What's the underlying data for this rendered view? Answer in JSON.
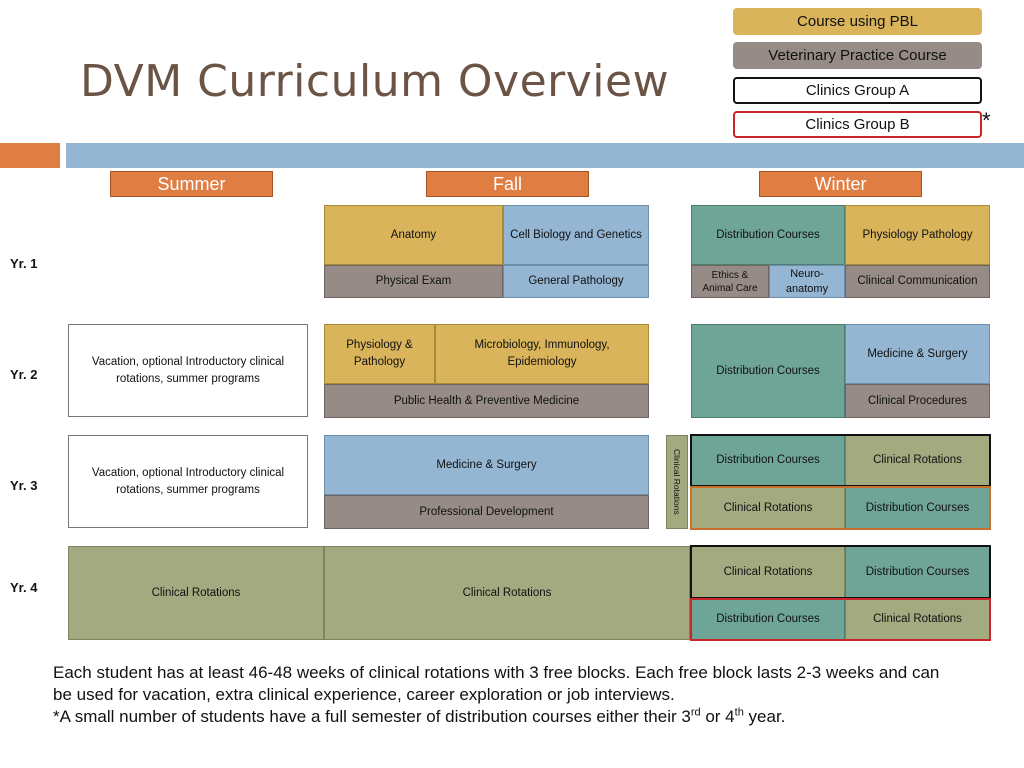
{
  "title": "DVM Curriculum Overview",
  "legend": {
    "pbl": "Course using PBL",
    "vet": "Veterinary Practice Course",
    "clinics_a": "Clinics Group A",
    "clinics_b": "Clinics Group B",
    "asterisk": "*"
  },
  "seasons": {
    "summer": "Summer",
    "fall": "Fall",
    "winter": "Winter"
  },
  "years": {
    "y1": "Yr. 1",
    "y2": "Yr. 2",
    "y3": "Yr. 3",
    "y4": "Yr. 4"
  },
  "yr1": {
    "anatomy": "Anatomy",
    "cell_bio": "Cell Biology and Genetics",
    "physical_exam": "Physical Exam",
    "general_path": "General Pathology",
    "distribution": "Distribution Courses",
    "phys_path": "Physiology Pathology",
    "ethics": "Ethics & Animal Care",
    "neuro": "Neuro-anatomy",
    "clinical_comm": "Clinical Communication"
  },
  "yr2": {
    "vacation": "Vacation, optional Introductory clinical rotations, summer programs",
    "phys_path": "Physiology & Pathology",
    "micro": "Microbiology, Immunology, Epidemiology",
    "public_health": "Public Health & Preventive Medicine",
    "distribution": "Distribution Courses",
    "med_surg": "Medicine & Surgery",
    "clinical_proc": "Clinical Procedures"
  },
  "yr3": {
    "vacation": "Vacation, optional Introductory clinical rotations, summer programs",
    "med_surg": "Medicine & Surgery",
    "prof_dev": "Professional Development",
    "clin_rot_vertical": "Clinical Rotations",
    "a_dist": "Distribution Courses",
    "a_clin": "Clinical Rotations",
    "b_clin": "Clinical Rotations",
    "b_dist": "Distribution Courses"
  },
  "yr4": {
    "summer_clin": "Clinical Rotations",
    "fall_clin": "Clinical Rotations",
    "a_clin": "Clinical Rotations",
    "a_dist": "Distribution Courses",
    "b_dist": "Distribution Courses",
    "b_clin": "Clinical Rotations"
  },
  "note": {
    "line1": "Each student has at least 46-48 weeks of clinical rotations with 3 free blocks.  Each free block lasts 2-3 weeks and can be used for vacation, extra clinical experience, career exploration or job interviews.",
    "line2_a": "*A small number of students have a full semester of distribution courses either their 3",
    "sup1": "rd",
    "line2_b": " or 4",
    "sup2": "th",
    "line2_c": " year."
  },
  "colors": {
    "pbl": "#d9b45a",
    "vet": "#968b86",
    "clinical": "#a4aa80",
    "distribution": "#6fa596",
    "blue": "#94b6d2",
    "accent": "#e07d43",
    "group_b_border": "#c8262b",
    "title": "#6b5445"
  }
}
